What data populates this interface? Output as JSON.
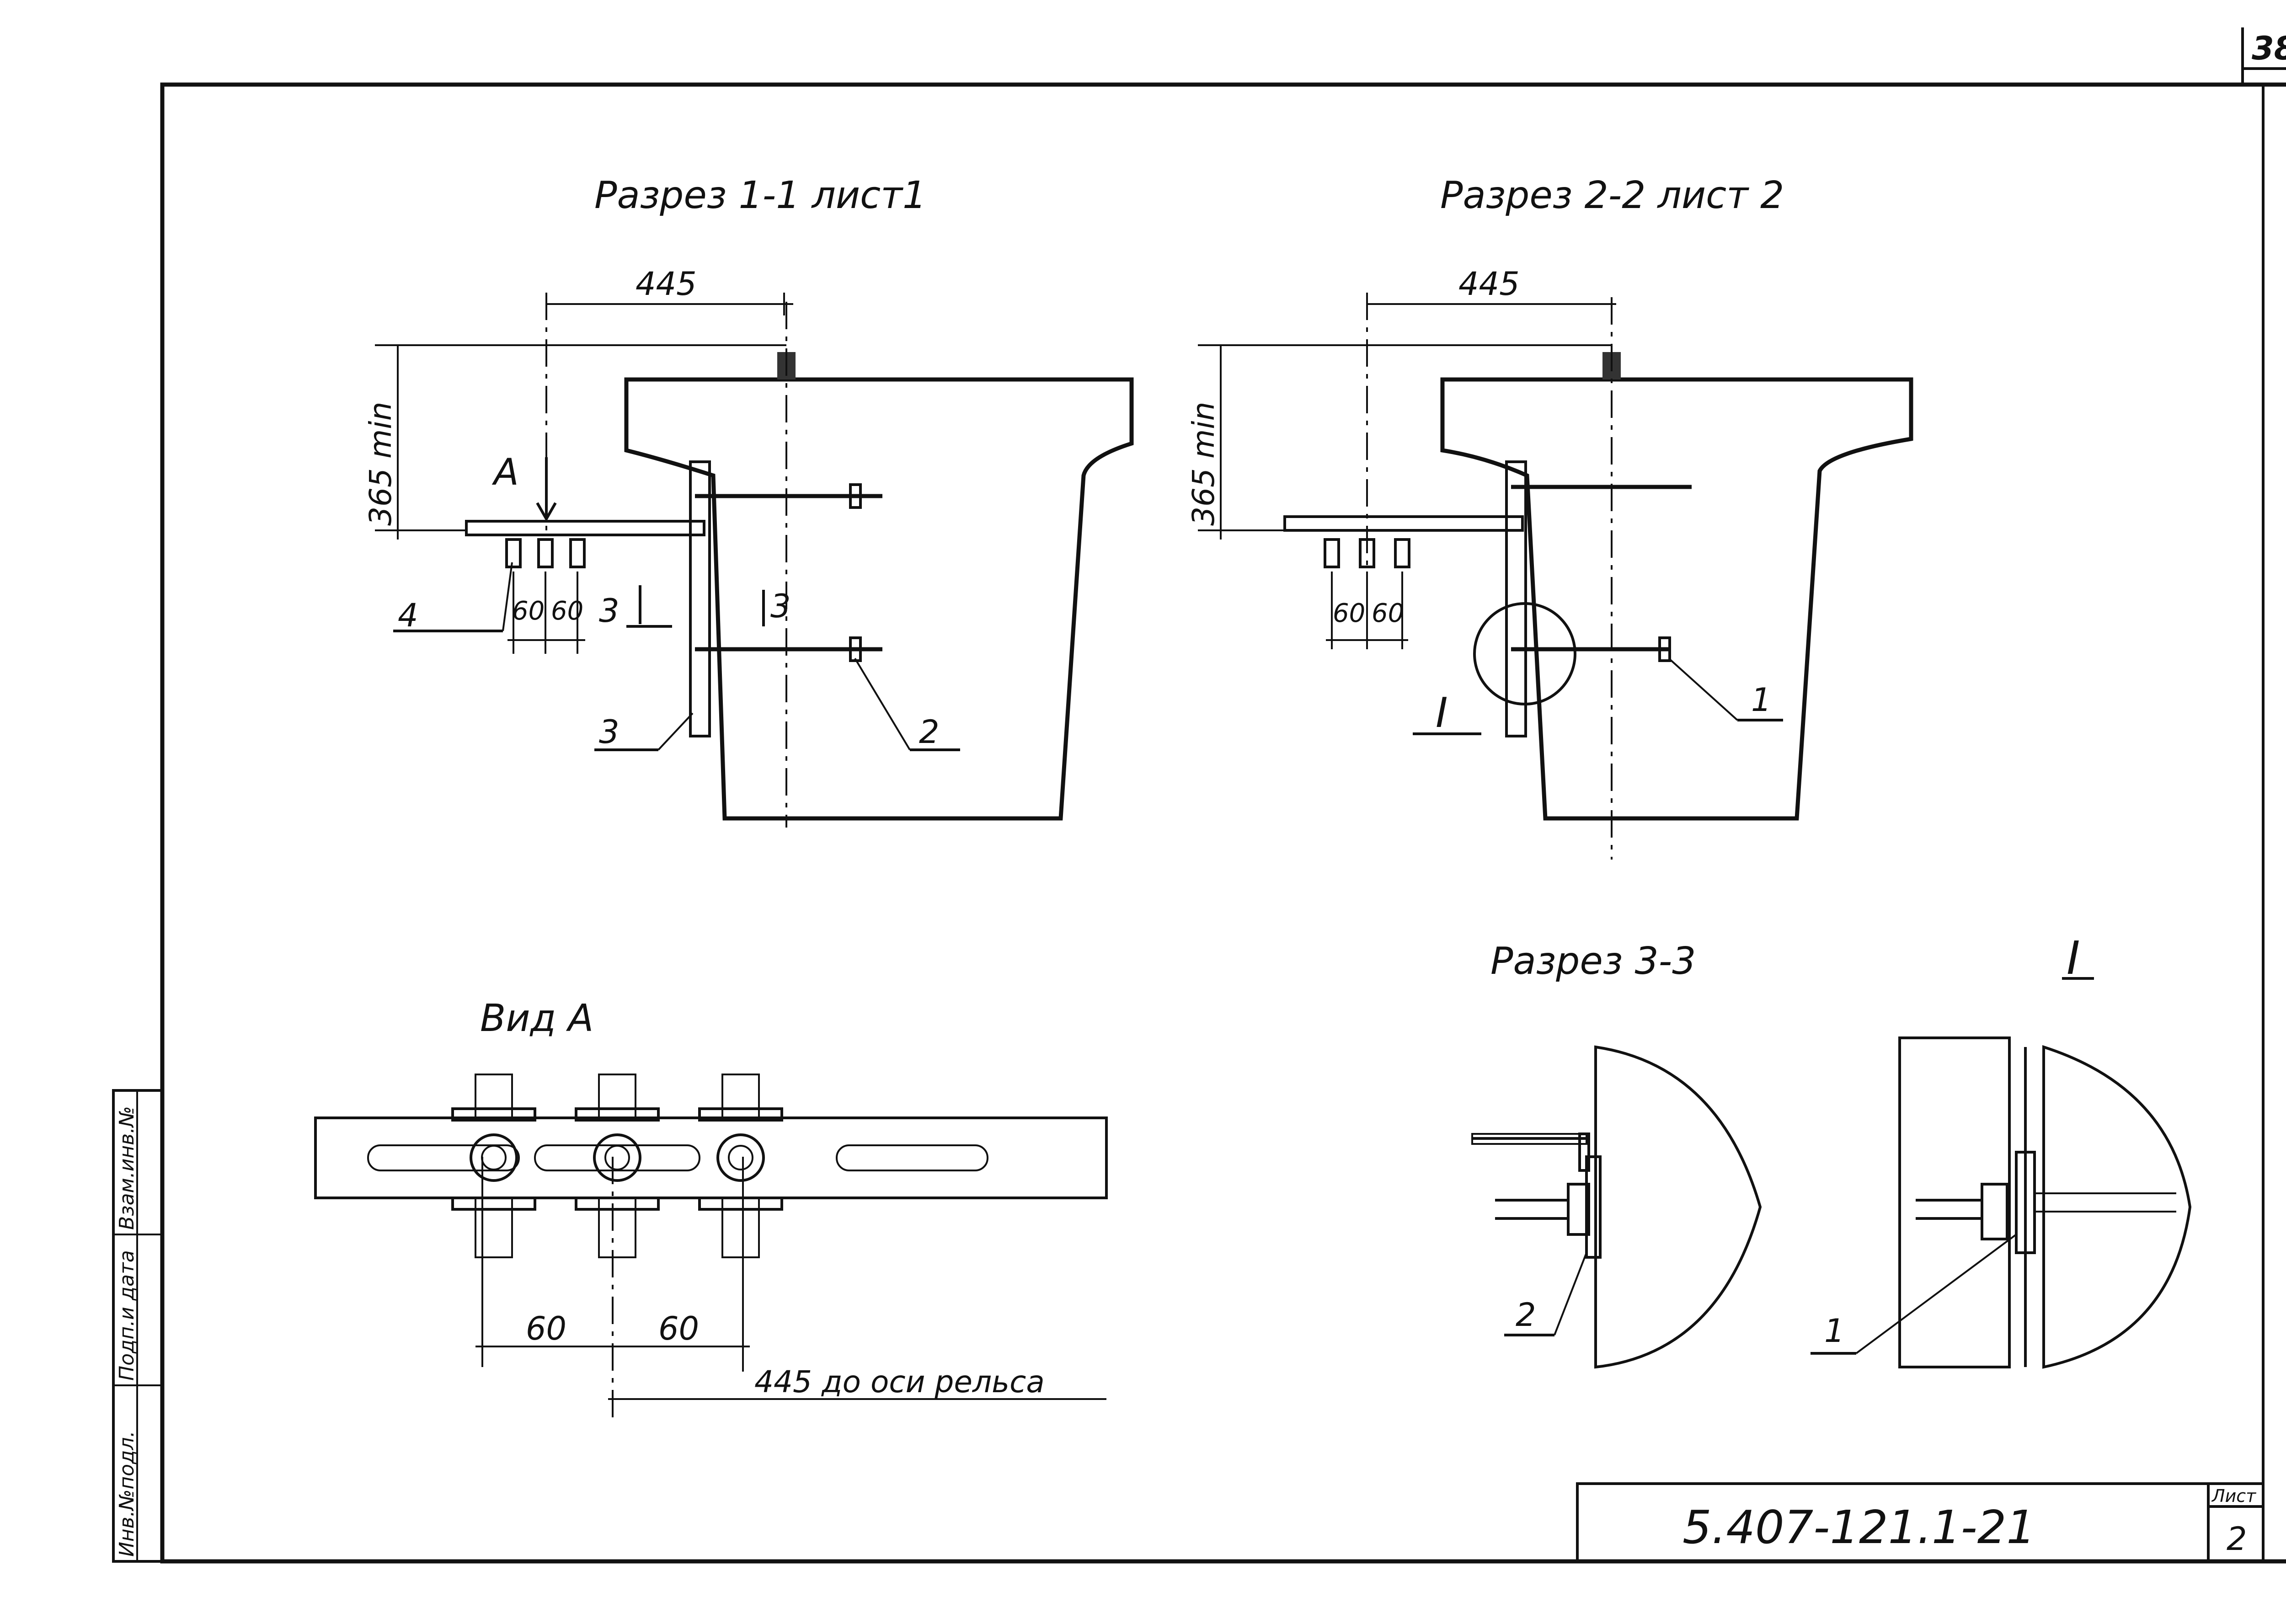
{
  "sheet_corner_number": "38",
  "sections": {
    "s11": {
      "title": "Разрез 1-1 лист1",
      "dim_top": "445",
      "dim_height": "365 min",
      "spacing_a": "60",
      "spacing_b": "60",
      "view_mark": "A",
      "cut_mark": "3",
      "cut_mark_right": "3",
      "callout_3": "3",
      "callout_2": "2",
      "callout_4": "4"
    },
    "s22": {
      "title": "Разрез 2-2 лист 2",
      "dim_top": "445",
      "dim_height": "365 min",
      "spacing_a": "60",
      "spacing_b": "60",
      "callout_1": "1",
      "detail_mark": "I"
    },
    "view_a": {
      "title": "Вид А",
      "dim_a": "60",
      "dim_b": "60",
      "dim_rail": "445 до оси рельса"
    },
    "s33": {
      "title": "Разрез 3-3",
      "callout_2": "2"
    },
    "detail_i": {
      "mark": "I",
      "callout_1": "1"
    }
  },
  "left_strip": {
    "field_1": "Взам.инв.№",
    "field_2": "Подп.и дата",
    "field_3": "Инв.№подл."
  },
  "title_block": {
    "doc_code": "5.407-121.1-21",
    "sheet_label": "Лист",
    "sheet_number": "2"
  }
}
